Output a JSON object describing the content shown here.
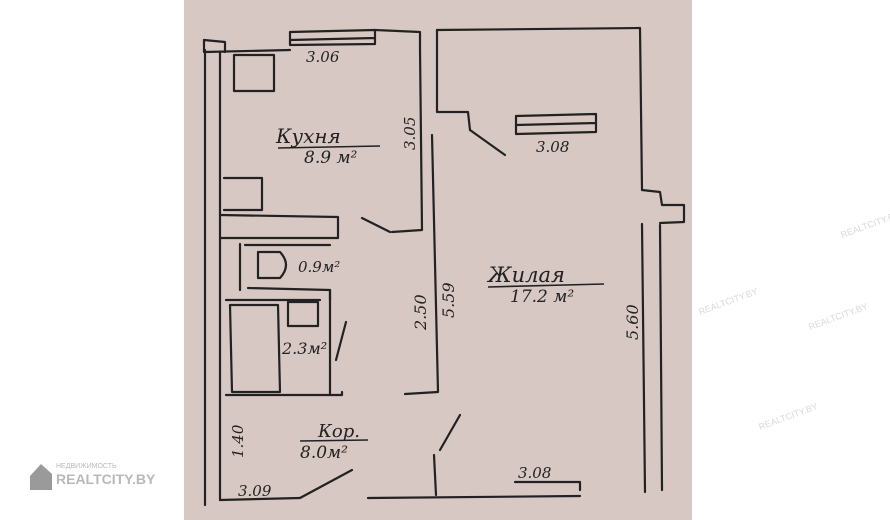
{
  "rooms": {
    "kitchen": {
      "name": "Кухня",
      "area": "8.9 м²"
    },
    "living": {
      "name": "Жилая",
      "area": "17.2 м²"
    },
    "wc": {
      "area": "0.9м²"
    },
    "bath": {
      "area": "2.3м²"
    },
    "corridor": {
      "name": "Кор.",
      "area": "8.0м²"
    }
  },
  "dimensions": {
    "kitchen_width": "3.06",
    "kitchen_depth": "3.05",
    "living_width_top": "3.08",
    "living_width_bottom": "3.08",
    "living_depth_left": "5.59",
    "living_depth_right": "5.60",
    "bath_depth": "2.50",
    "corridor_depth": "1.40",
    "corridor_width": "3.09"
  },
  "watermark": {
    "small": "НЕДВИЖИМОСТЬ",
    "brand": "REALTCITY.BY",
    "repeat": "REALTCITY.BY"
  },
  "colors": {
    "paper": "#d8c8c4",
    "ink": "#222222",
    "watermark": "#b9b9b9"
  }
}
